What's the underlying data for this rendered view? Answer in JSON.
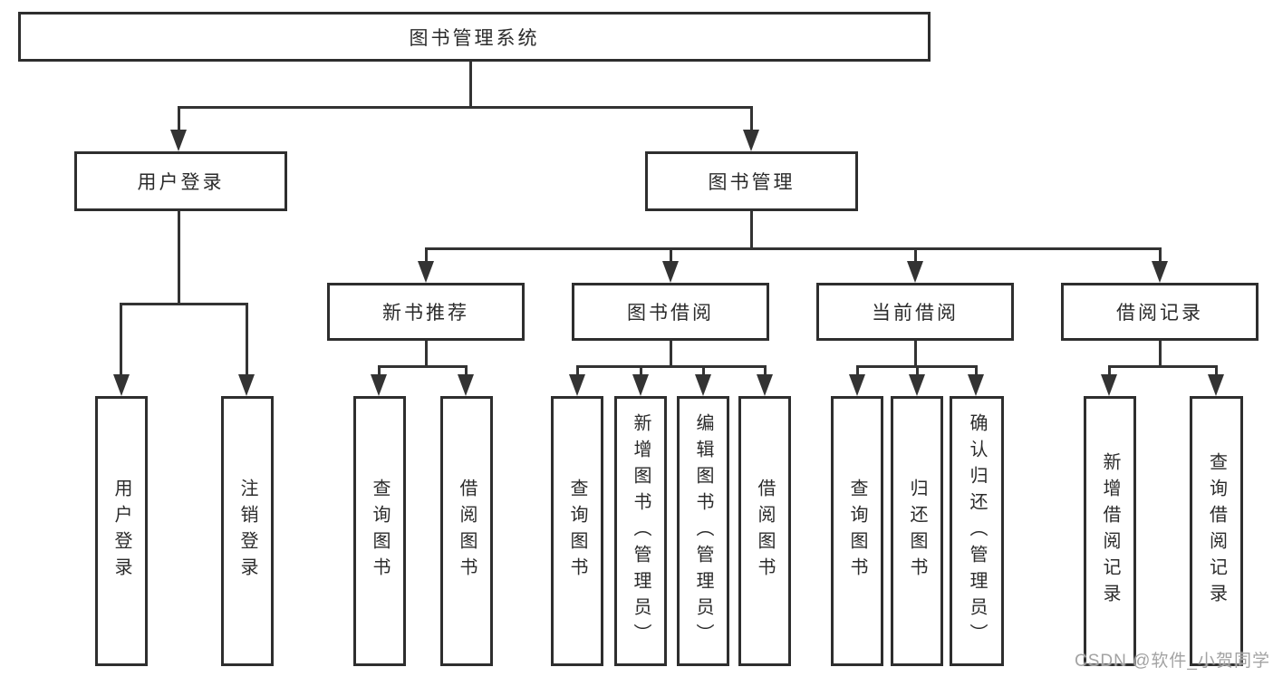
{
  "tree": {
    "label": "图书管理系统",
    "children": [
      {
        "label": "用户登录",
        "children": [
          {
            "label": "用户登录"
          },
          {
            "label": "注销登录"
          }
        ]
      },
      {
        "label": "图书管理",
        "children": [
          {
            "label": "新书推荐",
            "children": [
              {
                "label": "查询图书"
              },
              {
                "label": "借阅图书"
              }
            ]
          },
          {
            "label": "图书借阅",
            "children": [
              {
                "label": "查询图书"
              },
              {
                "label": "新增图书（管理员）"
              },
              {
                "label": "编辑图书（管理员）"
              },
              {
                "label": "借阅图书"
              }
            ]
          },
          {
            "label": "当前借阅",
            "children": [
              {
                "label": "查询图书"
              },
              {
                "label": "归还图书"
              },
              {
                "label": "确认归还（管理员）"
              }
            ]
          },
          {
            "label": "借阅记录",
            "children": [
              {
                "label": "新增借阅记录"
              },
              {
                "label": "查询借阅记录"
              }
            ]
          }
        ]
      }
    ]
  },
  "watermark": {
    "text": "CSDN @软件_小贺同学"
  },
  "colors": {
    "line": "#333333",
    "box_border": "#2e2e2e",
    "text": "#2b2b2b",
    "background": "#ffffff",
    "watermark": "#a3a3a3"
  }
}
